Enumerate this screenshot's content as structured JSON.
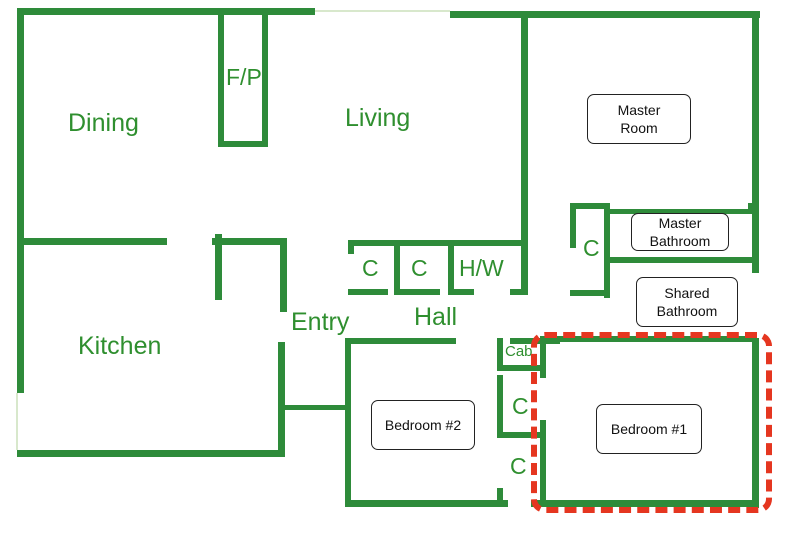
{
  "colors": {
    "wall": "#2e8b3a",
    "label_text": "#2f8f2f",
    "highlight": "#e53620",
    "opening": "#d8e8cc"
  },
  "rooms": {
    "dining": "Dining",
    "fireplace": "F/P",
    "living": "Living",
    "kitchen": "Kitchen",
    "entry": "Entry",
    "hall": "Hall",
    "closet_hall_1": "C",
    "closet_hall_2": "C",
    "hw": "H/W",
    "closet_master": "C",
    "cab": "Cab",
    "closet_bed_1": "C",
    "closet_bed_2": "C"
  },
  "callouts": {
    "master_room": "Master\nRoom",
    "master_bathroom": "Master\nBathroom",
    "shared_bathroom": "Shared\nBathroom",
    "bedroom_2": "Bedroom #2",
    "bedroom_1": "Bedroom #1"
  },
  "highlighted_room": "bedroom_1"
}
